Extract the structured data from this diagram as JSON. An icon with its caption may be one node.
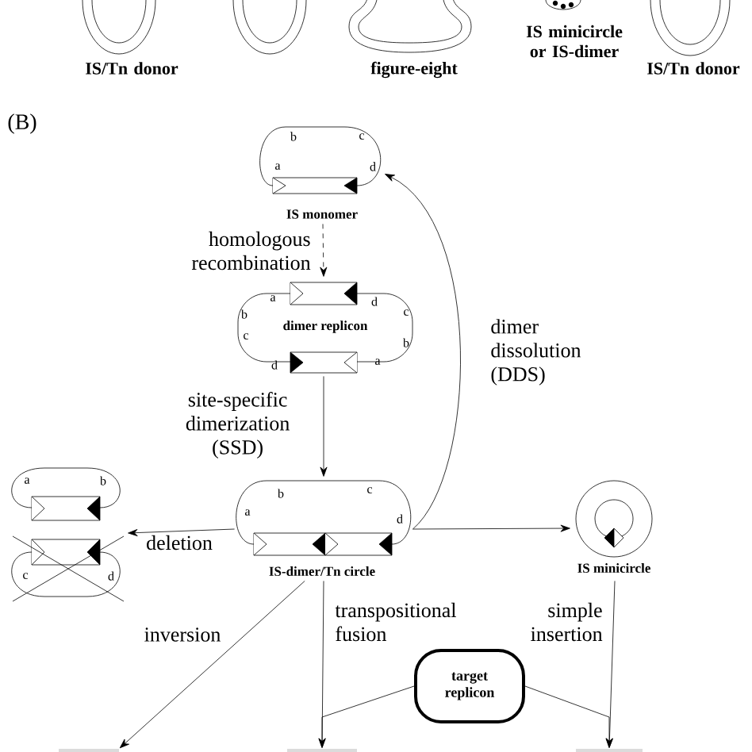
{
  "diagram": {
    "nodes": [
      {
        "text": [
          "IS monomer"
        ]
      },
      {
        "text": [
          "dimer replicon"
        ]
      },
      {
        "text": [
          "IS-dimer/Tn circle"
        ]
      },
      {
        "text": [],
        "shape": "picture"
      },
      {
        "text": [
          "IS minicircle"
        ]
      },
      {
        "text": [
          "target replicon"
        ]
      },
      {
        "text": [],
        "shape": "box"
      },
      {
        "text": [],
        "shape": "box"
      },
      {
        "text": [],
        "shape": "box"
      }
    ],
    "edges": [
      {
        "from": 0,
        "to": 1,
        "arrow": "to",
        "style": "dashed",
        "label": "homologous recombination"
      },
      {
        "from": 1,
        "to": 2,
        "arrow": "to",
        "label": "site-specific dimerization (SSD)"
      },
      {
        "from": 2,
        "to": 0,
        "arrow": "to",
        "label": "dimer dissolution (DDS)"
      },
      {
        "from": 2,
        "to": 4,
        "arrow": "to"
      },
      {
        "from": 2,
        "to": 3,
        "arrow": "to",
        "label": "deletion"
      },
      {
        "from": 2,
        "to": 6,
        "arrow": "to",
        "label": "inversion"
      },
      {
        "from": 2,
        "to": 7,
        "arrow": "to",
        "label": "transpositional fusion"
      },
      {
        "from": 5,
        "to": 7,
        "arrow": "to"
      },
      {
        "from": 4,
        "to": 8,
        "arrow": "to",
        "label": "simple insertion"
      },
      {
        "from": 5,
        "to": 8,
        "arrow": "to"
      }
    ],
    "labels": [
      "IS/Tn donor",
      "figure-eight",
      "IS minicircle or IS-dimer",
      "IS/Tn donor",
      "(B)",
      "b",
      "c",
      "a",
      "d",
      "a",
      "d",
      "b",
      "c",
      "c",
      "b",
      "d",
      "a",
      "b",
      "c",
      "a",
      "d",
      "a",
      "b",
      "c",
      "d"
    ]
  }
}
